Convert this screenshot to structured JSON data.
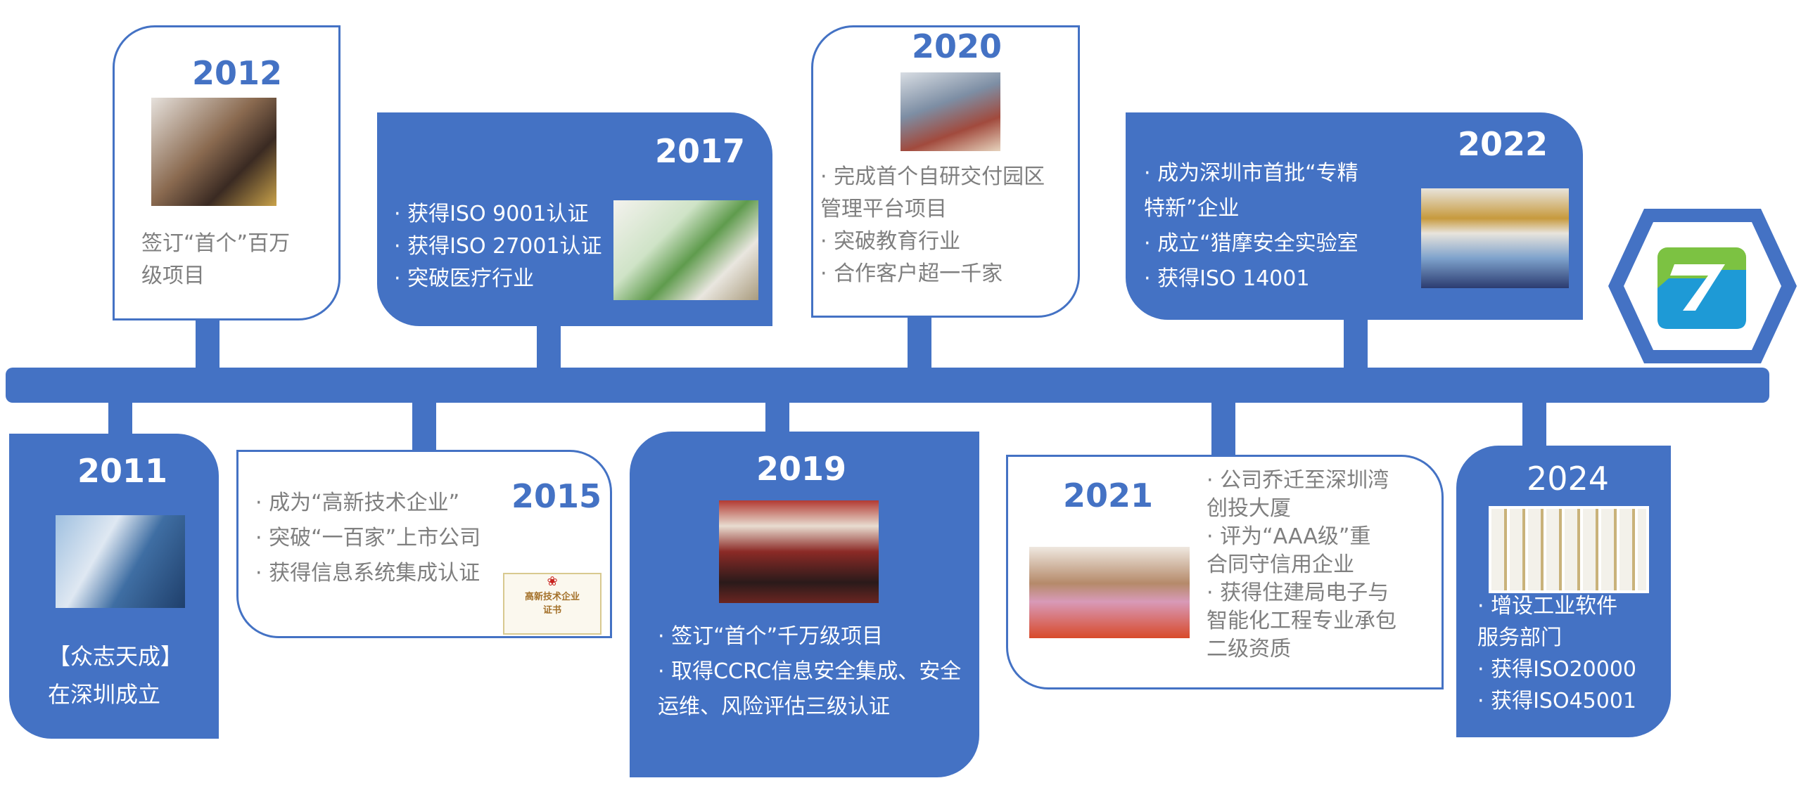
{
  "colors": {
    "accent": "#4472c4",
    "text_gray": "#7f7f7f",
    "logo_green": "#7cc242",
    "logo_blue": "#1e9ad6"
  },
  "milestones": {
    "y2011": {
      "year": "2011",
      "lines": [
        "【众志天成】",
        "在深圳成立"
      ]
    },
    "y2012": {
      "year": "2012",
      "lines": [
        "签订“首个”百万",
        "级项目"
      ]
    },
    "y2015": {
      "year": "2015",
      "lines": [
        "· 成为“高新技术企业”",
        "· 突破“一百家”上市公司",
        "· 获得信息系统集成认证"
      ],
      "cert_title": "高新技术企业",
      "cert_sub": "证书"
    },
    "y2017": {
      "year": "2017",
      "lines": [
        "· 获得ISO 9001认证",
        "· 获得ISO 27001认证",
        "· 突破医疗行业"
      ]
    },
    "y2019": {
      "year": "2019",
      "lines": [
        "· 签订“首个”千万级项目",
        "· 取得CCRC信息安全集成、安全",
        "运维、风险评估三级认证"
      ]
    },
    "y2020": {
      "year": "2020",
      "lines": [
        "· 完成首个自研交付园区",
        "管理平台项目",
        "· 突破教育行业",
        "· 合作客户超一千家"
      ]
    },
    "y2021": {
      "year": "2021",
      "lines": [
        "· 公司乔迁至深圳湾",
        "创投大厦",
        "· 评为“AAA级”重",
        "合同守信用企业",
        "· 获得住建局电子与",
        "智能化工程专业承包",
        "二级资质"
      ]
    },
    "y2022": {
      "year": "2022",
      "lines": [
        "· 成为深圳市首批“专精",
        "特新”企业",
        "· 成立“猎摩安全实验室",
        "· 获得ISO 14001"
      ]
    },
    "y2024": {
      "year": "2024",
      "lines": [
        "· 增设工业软件",
        "服务部门",
        "· 获得ISO20000",
        "· 获得ISO45001"
      ]
    }
  }
}
